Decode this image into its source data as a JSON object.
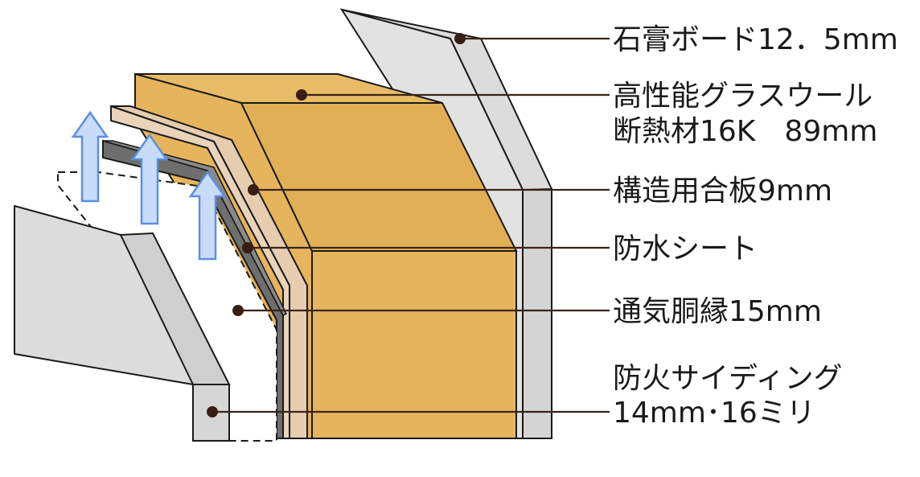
{
  "layers": [
    {
      "id": "gypsum",
      "label": "石膏ボード12．5mm"
    },
    {
      "id": "insulation",
      "label_line1": "高性能グラスウール",
      "label_line2": "断熱材16K　89mm"
    },
    {
      "id": "plywood",
      "label": "構造用合板9mm"
    },
    {
      "id": "membrane",
      "label": "防水シート"
    },
    {
      "id": "furring",
      "label": "通気胴縁15mm"
    },
    {
      "id": "siding",
      "label_line1": "防火サイディング",
      "label_line2": "14mm･16ミリ"
    }
  ],
  "colors": {
    "gypsum_face": "#dcdcdc",
    "gypsum_edge": "#cfcfcf",
    "insulation_face": "#e5b45c",
    "plywood_face": "#e6cdb0",
    "membrane_face": "#6e6e6e",
    "airflow_arrow": "#c8dcfa",
    "airflow_arrow_stroke": "#5b8fe0",
    "outline": "#1a1a1a",
    "leader_line": "#3a2418"
  }
}
